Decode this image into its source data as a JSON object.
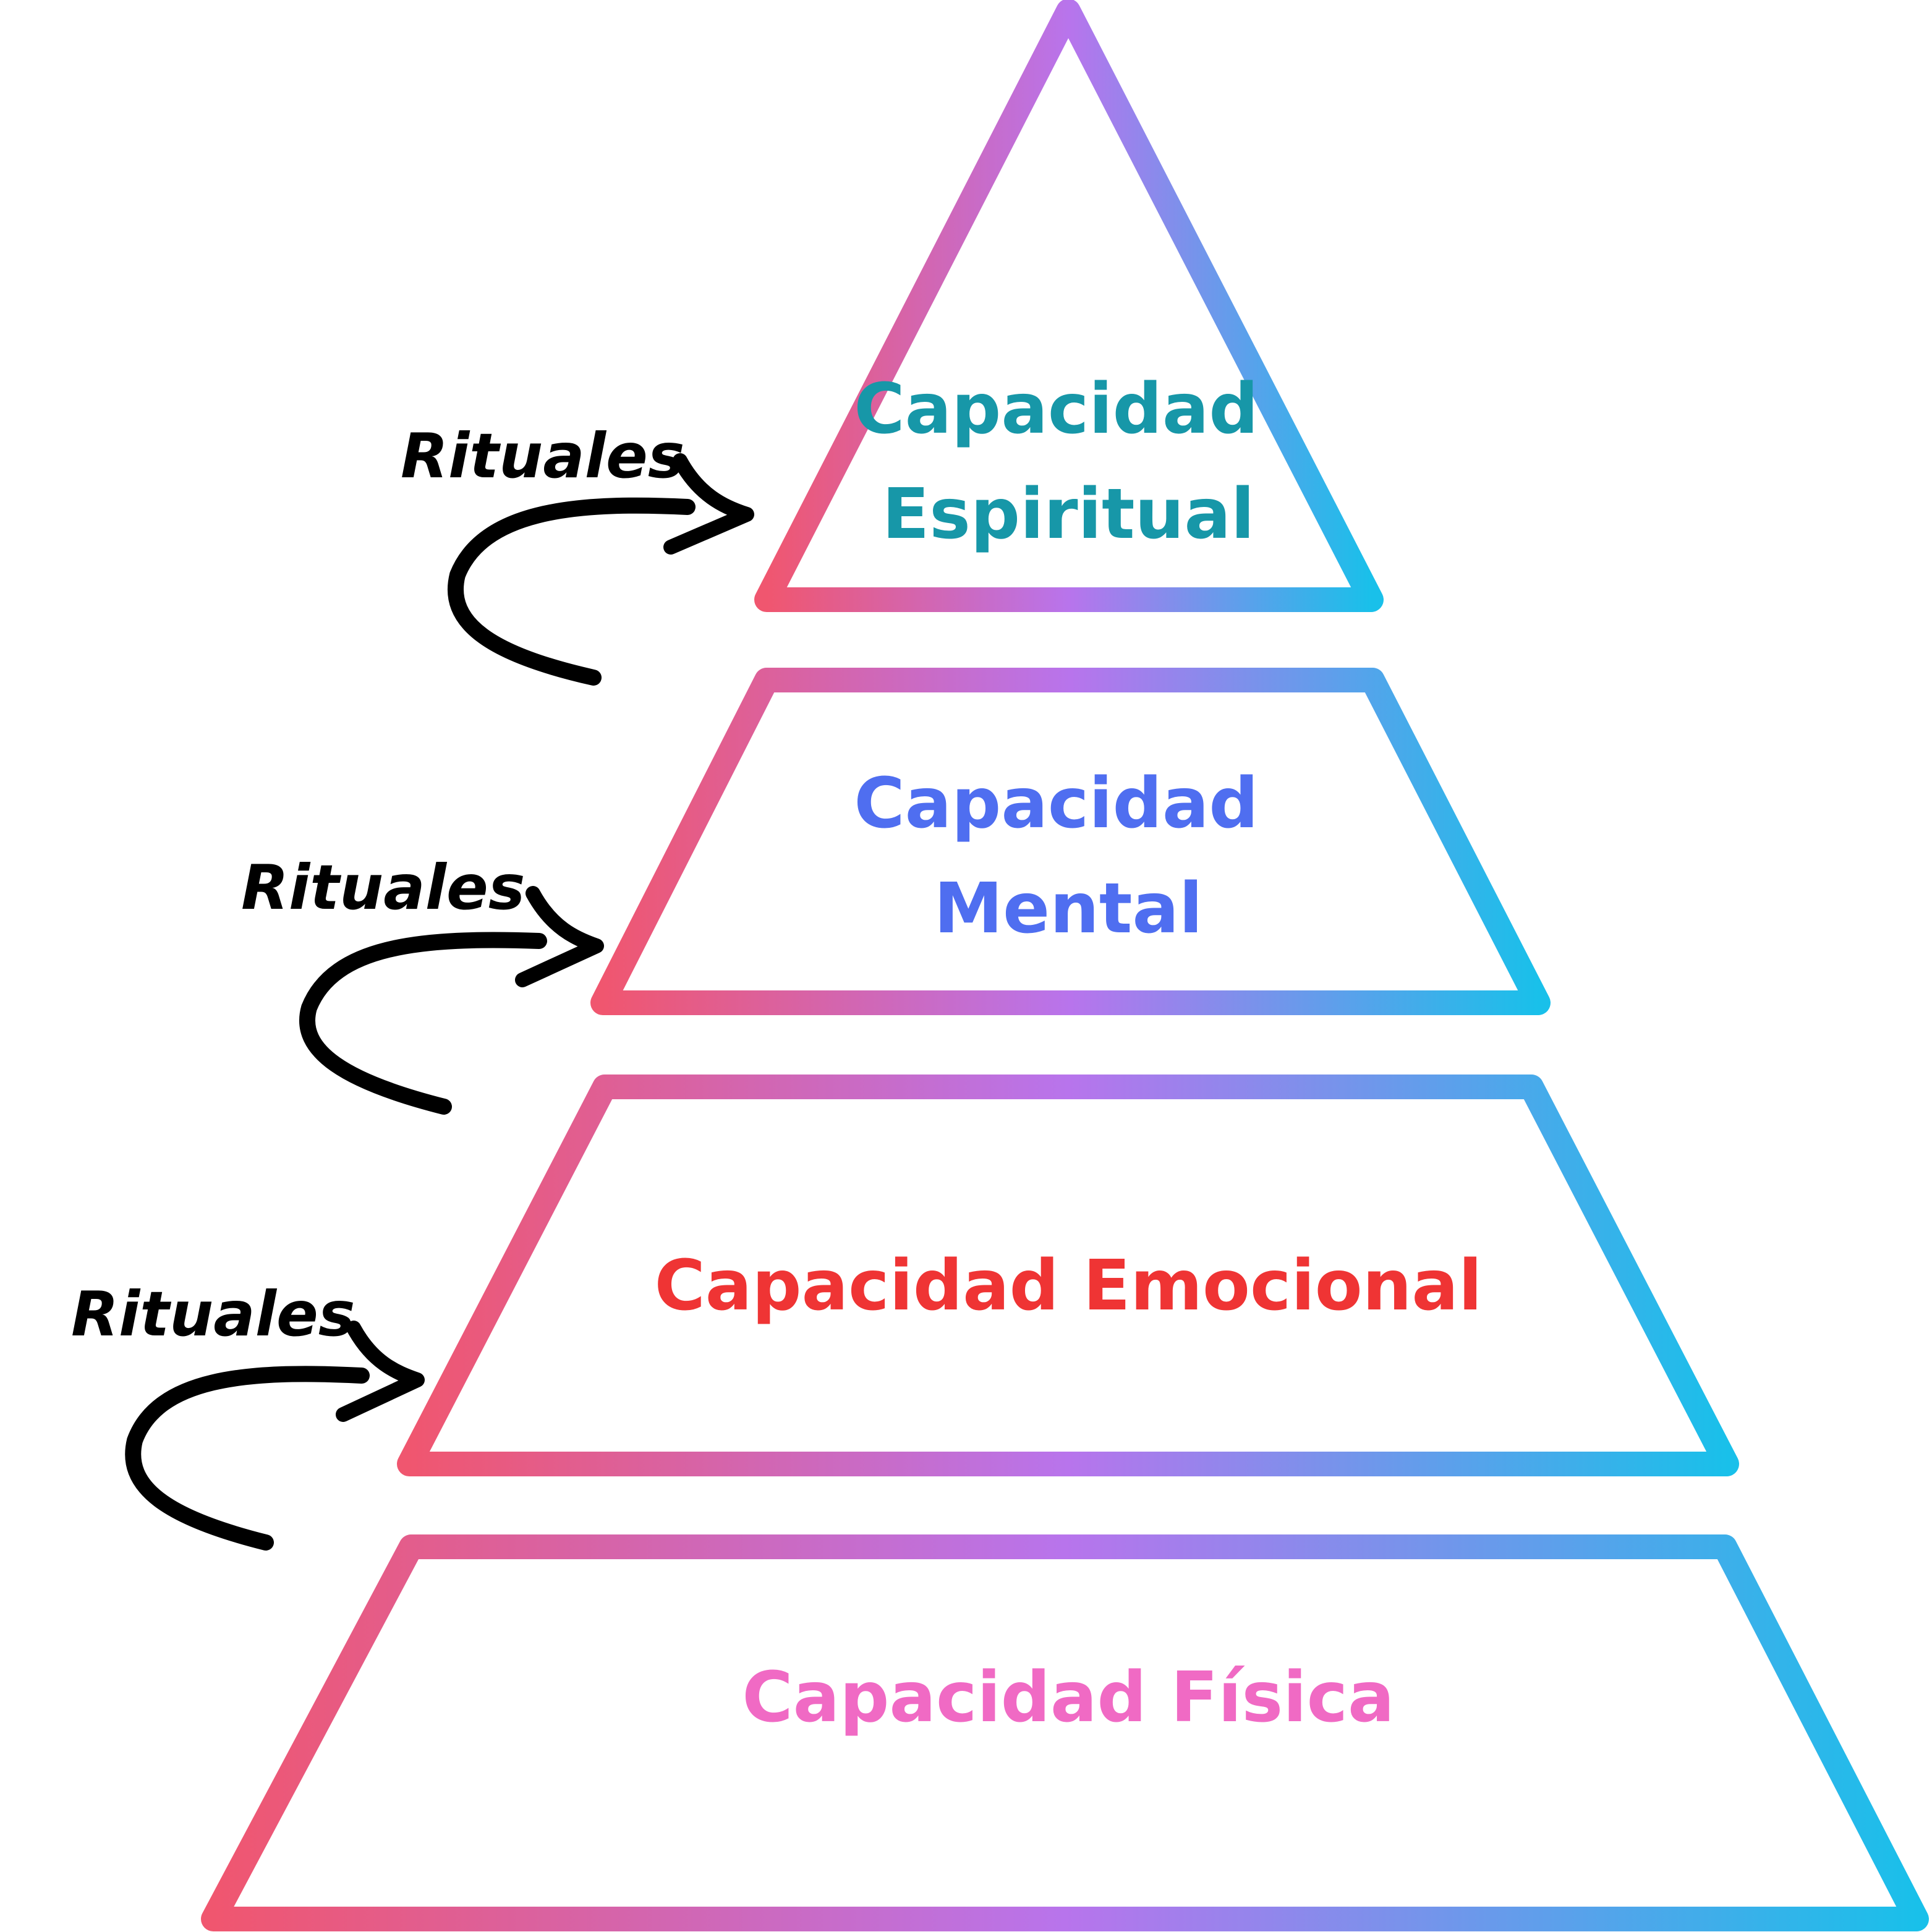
{
  "levels": [
    {
      "lines": [
        "Capacidad",
        "Espiritual"
      ],
      "color": "#1797a8"
    },
    {
      "lines": [
        "Capacidad",
        "Mental"
      ],
      "color": "#4f6ef0"
    },
    {
      "lines": [
        "Capacidad Emocional"
      ],
      "color": "#ef3434"
    },
    {
      "lines": [
        "Capacidad Física"
      ],
      "color": "#f06ac4"
    }
  ],
  "rituals": [
    {
      "label": "Rituales"
    },
    {
      "label": "Rituales"
    },
    {
      "label": "Rituales"
    }
  ],
  "gradient": {
    "start": "#f0566f",
    "middle": "#b874ec",
    "end": "#19c0ea"
  }
}
